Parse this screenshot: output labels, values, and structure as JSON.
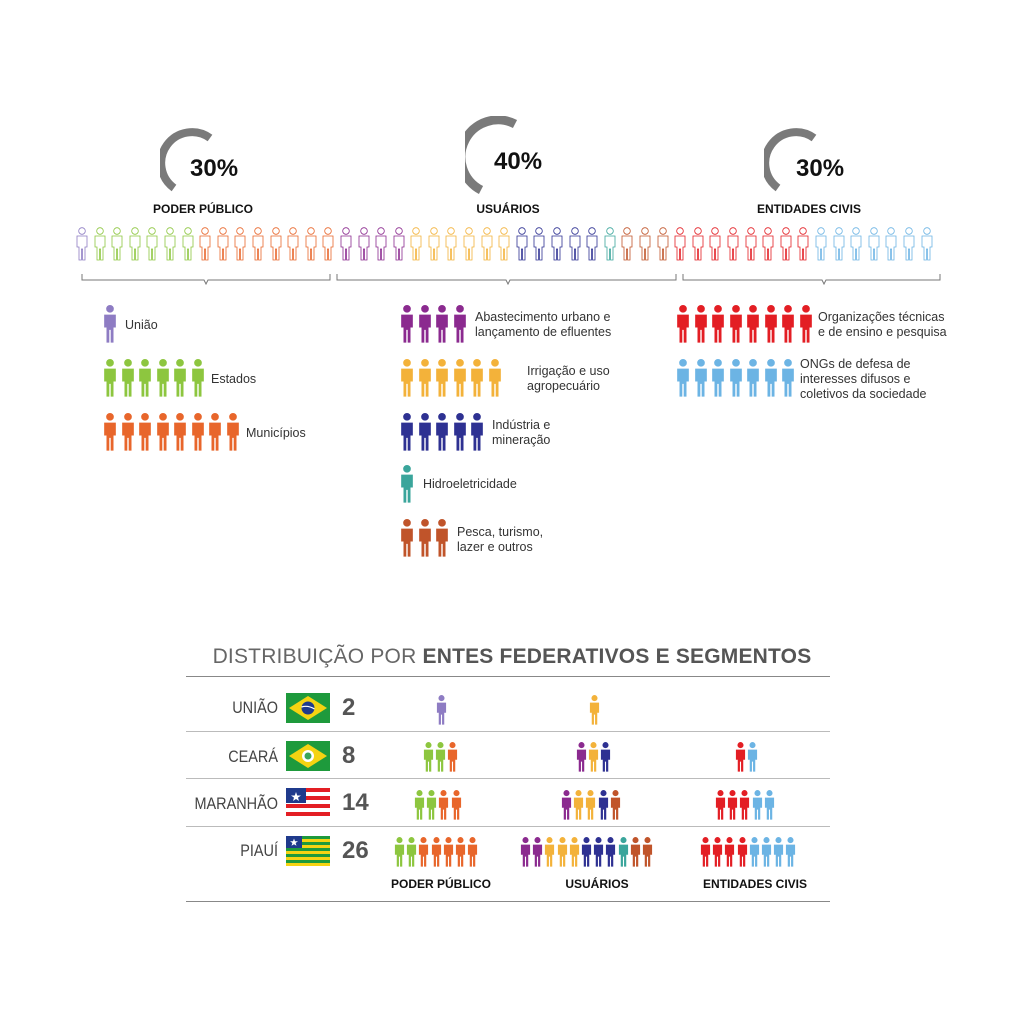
{
  "colors": {
    "uniao": "#8e7cc3",
    "estados": "#8dc63f",
    "municipios": "#e8662b",
    "abastecimento": "#8b2a8f",
    "irrigacao": "#f3b23a",
    "industria": "#2e3192",
    "hidro": "#3aa59b",
    "pesca": "#c0542a",
    "organizacoes": "#e31e24",
    "ongs": "#6cb4e4",
    "gauge": "#7a7a7a"
  },
  "segments": [
    {
      "percent": "30%",
      "title": "PODER PÚBLICO"
    },
    {
      "percent": "40%",
      "title": "USUÁRIOS"
    },
    {
      "percent": "30%",
      "title": "ENTIDADES CIVIS"
    }
  ],
  "legend": {
    "poder_publico": [
      {
        "label": "União",
        "count": 1,
        "color_key": "uniao"
      },
      {
        "label": "Estados",
        "count": 6,
        "color_key": "estados"
      },
      {
        "label": "Municípios",
        "count": 8,
        "color_key": "municipios"
      }
    ],
    "usuarios": [
      {
        "label": "Abastecimento urbano e\nlançamento de efluentes",
        "count": 4,
        "color_key": "abastecimento"
      },
      {
        "label": "Irrigação e uso\nagropecuário",
        "count": 6,
        "color_key": "irrigacao"
      },
      {
        "label": "Indústria e\nmineração",
        "count": 5,
        "color_key": "industria"
      },
      {
        "label": "Hidroeletricidade",
        "count": 1,
        "color_key": "hidro"
      },
      {
        "label": "Pesca, turismo,\nlazer e outros",
        "count": 3,
        "color_key": "pesca"
      }
    ],
    "entidades_civis": [
      {
        "label": "Organizações técnicas\ne de ensino e pesquisa",
        "count": 8,
        "color_key": "organizacoes"
      },
      {
        "label": "ONGs de defesa de\ninteresses difusos e\ncoletivos da sociedade",
        "count": 7,
        "color_key": "ongs"
      }
    ]
  },
  "table": {
    "title_light": "DISTRIBUIÇÃO POR ",
    "title_bold": "ENTES FEDERATIVOS E SEGMENTOS",
    "rows": [
      {
        "name": "UNIÃO",
        "count": "2",
        "flag": "brazil",
        "poder": [],
        "usuarios": [
          "irrigacao"
        ],
        "civis": [],
        "poder_extra": [
          "uniao"
        ]
      },
      {
        "name": "CEARÁ",
        "count": "8",
        "flag": "ceara",
        "poder": [
          "estados",
          "estados",
          "municipios"
        ],
        "usuarios": [
          "abastecimento",
          "irrigacao",
          "industria"
        ],
        "civis": [
          "organizacoes",
          "ongs"
        ]
      },
      {
        "name": "MARANHÃO",
        "count": "14",
        "flag": "maranhao",
        "poder": [
          "estados",
          "estados",
          "municipios",
          "municipios"
        ],
        "usuarios": [
          "abastecimento",
          "irrigacao",
          "irrigacao",
          "industria",
          "pesca"
        ],
        "civis": [
          "organizacoes",
          "organizacoes",
          "organizacoes",
          "ongs",
          "ongs"
        ]
      },
      {
        "name": "PIAUÍ",
        "count": "26",
        "flag": "piaui",
        "poder": [
          "estados",
          "estados",
          "municipios",
          "municipios",
          "municipios",
          "municipios",
          "municipios"
        ],
        "usuarios": [
          "abastecimento",
          "abastecimento",
          "irrigacao",
          "irrigacao",
          "irrigacao",
          "industria",
          "industria",
          "industria",
          "hidro",
          "pesca",
          "pesca"
        ],
        "civis": [
          "organizacoes",
          "organizacoes",
          "organizacoes",
          "organizacoes",
          "ongs",
          "ongs",
          "ongs",
          "ongs"
        ]
      }
    ],
    "col_labels": [
      "PODER PÚBLICO",
      "USUÁRIOS",
      "ENTIDADES CIVIS"
    ]
  },
  "outline_row": [
    "uniao",
    "estados",
    "estados",
    "estados",
    "estados",
    "estados",
    "estados",
    "municipios",
    "municipios",
    "municipios",
    "municipios",
    "municipios",
    "municipios",
    "municipios",
    "municipios",
    "abastecimento",
    "abastecimento",
    "abastecimento",
    "abastecimento",
    "irrigacao",
    "irrigacao",
    "irrigacao",
    "irrigacao",
    "irrigacao",
    "irrigacao",
    "industria",
    "industria",
    "industria",
    "industria",
    "industria",
    "hidro",
    "pesca",
    "pesca",
    "pesca",
    "organizacoes",
    "organizacoes",
    "organizacoes",
    "organizacoes",
    "organizacoes",
    "organizacoes",
    "organizacoes",
    "organizacoes",
    "ongs",
    "ongs",
    "ongs",
    "ongs",
    "ongs",
    "ongs",
    "ongs"
  ]
}
